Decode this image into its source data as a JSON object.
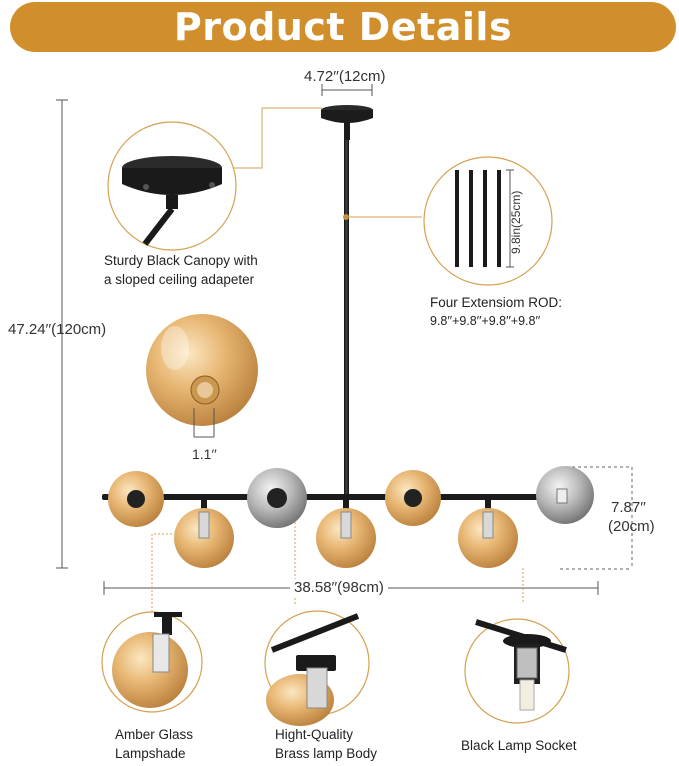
{
  "title": "Product Details",
  "dimensions": {
    "canopy_width": "4.72′′(12cm)",
    "total_height": "47.24′′(120cm)",
    "globe_opening": "1.1′′",
    "drop_height_in": "7.87′′",
    "drop_height_cm": "(20cm)",
    "total_width": "38.58′′(98cm)",
    "rod_length": "9.8in(25cm)"
  },
  "features": {
    "canopy": [
      "Sturdy Black Canopy with",
      "a sloped ceiling adapeter"
    ],
    "rods": [
      "Four Extensiom ROD:",
      "9.8′′+9.8′′+9.8′′+9.8′′"
    ],
    "shade": [
      "Amber Glass",
      "Lampshade"
    ],
    "body": [
      "Hight-Quality",
      "Brass lamp Body"
    ],
    "socket": [
      "Black Lamp Socket"
    ]
  },
  "colors": {
    "banner": "#d08f2c",
    "accent_line": "#d4a050",
    "metal": "#1e1e1e",
    "amber_glass": "#e3b26a"
  }
}
